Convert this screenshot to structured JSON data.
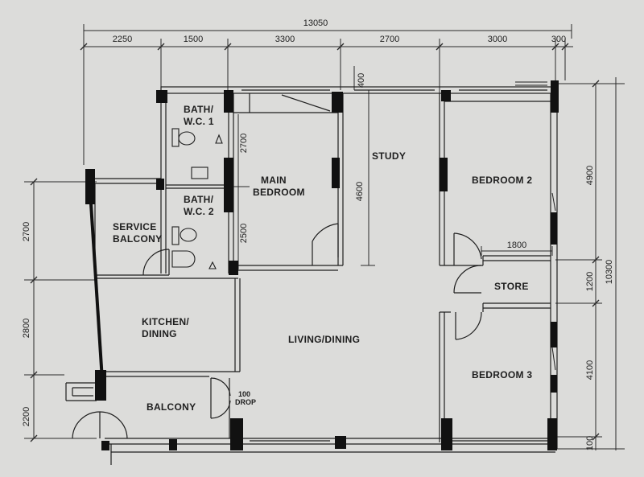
{
  "dimensions": {
    "total_width": "13050",
    "top": [
      "2250",
      "1500",
      "3300",
      "2700",
      "3000",
      "300"
    ],
    "gap": "400",
    "main_bedroom_left": "2700",
    "main_bedroom_lower": "2500",
    "study_depth": "4600",
    "right_upper": "4900",
    "total_height": "10300",
    "store_height": "1200",
    "right_lower": "4100",
    "bottom_right": "100",
    "store_width": "1800",
    "left_upper": "2700",
    "left_middle": "2800",
    "left_lower": "2200"
  },
  "rooms": {
    "bath1": [
      "BATH/",
      "W.C. 1"
    ],
    "bath2": [
      "BATH/",
      "W.C. 2"
    ],
    "main_bedroom": [
      "MAIN",
      "BEDROOM"
    ],
    "study": "STUDY",
    "bedroom2": "BEDROOM 2",
    "bedroom3": "BEDROOM 3",
    "store": "STORE",
    "service_balcony": [
      "SERVICE",
      "BALCONY"
    ],
    "kitchen": [
      "KITCHEN/",
      "DINING"
    ],
    "living": "LIVING/DINING",
    "balcony": "BALCONY"
  },
  "notes": {
    "drop": [
      "100",
      "DROP"
    ]
  }
}
